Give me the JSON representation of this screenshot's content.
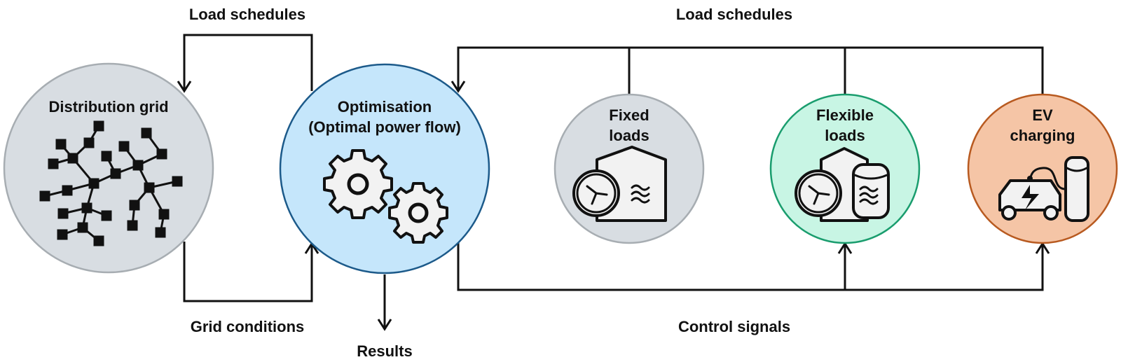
{
  "colors": {
    "grid_fill": "#d8dde2",
    "grid_stroke": "#a7adb2",
    "optim_fill": "#c5e6fb",
    "optim_stroke": "#1c5a8a",
    "fixed_fill": "#d8dde2",
    "fixed_stroke": "#a7adb2",
    "flex_fill": "#c8f5e4",
    "flex_stroke": "#1a9d6e",
    "ev_fill": "#f5c5a6",
    "ev_stroke": "#b85a20"
  },
  "nodes": {
    "grid": {
      "label": "Distribution grid",
      "icon": "network-graph-icon"
    },
    "optim": {
      "label_line1": "Optimisation",
      "label_line2": "(Optimal power flow)",
      "icon": "gears-icon"
    },
    "fixed": {
      "label_line1": "Fixed",
      "label_line2": "loads",
      "icon": "building-fan-icon"
    },
    "flex": {
      "label_line1": "Flexible",
      "label_line2": "loads",
      "icon": "building-fan-tank-icon"
    },
    "ev": {
      "label_line1": "EV",
      "label_line2": "charging",
      "icon": "car-charger-icon"
    }
  },
  "edges": {
    "load_schedules_left": "Load schedules",
    "load_schedules_right": "Load schedules",
    "grid_conditions": "Grid conditions",
    "control_signals": "Control signals",
    "results": "Results"
  }
}
